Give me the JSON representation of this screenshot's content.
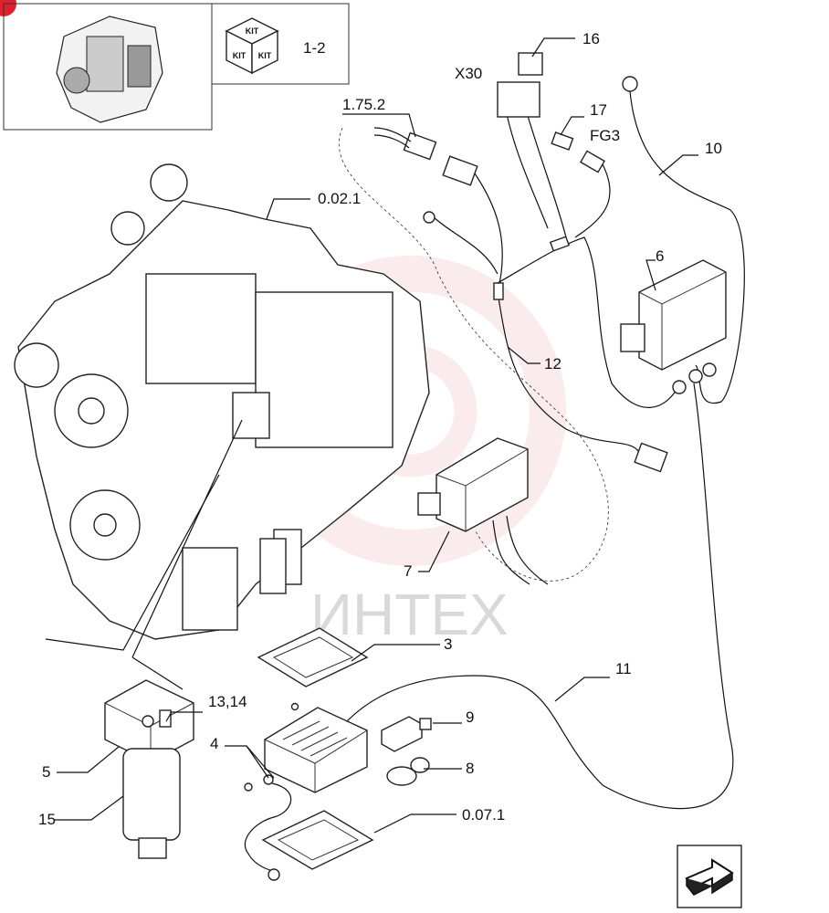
{
  "kit_box": {
    "kit_labels": [
      "KIT",
      "KIT",
      "KIT"
    ],
    "range_label": "1-2"
  },
  "watermark": "ИНТЕХ",
  "callouts": {
    "c16": "16",
    "x30": "X30",
    "c17": "17",
    "fg3": "FG3",
    "c1752": "1.75.2",
    "c10": "10",
    "c0021": "0.02.1",
    "c6": "6",
    "c12": "12",
    "c7": "7",
    "c3": "3",
    "c11": "11",
    "c1314": "13,14",
    "c9": "9",
    "c4": "4",
    "c8": "8",
    "c5": "5",
    "c15": "15",
    "c0071": "0.07.1"
  },
  "colors": {
    "line": "#111111",
    "watermark": "#d9d9d9",
    "watermark_gear": "#f3c9c9",
    "corner_badge": "#e0202a"
  },
  "icons": [
    "engine-thumbnail-icon",
    "kit-cube-icon",
    "next-page-arrow-icon"
  ]
}
